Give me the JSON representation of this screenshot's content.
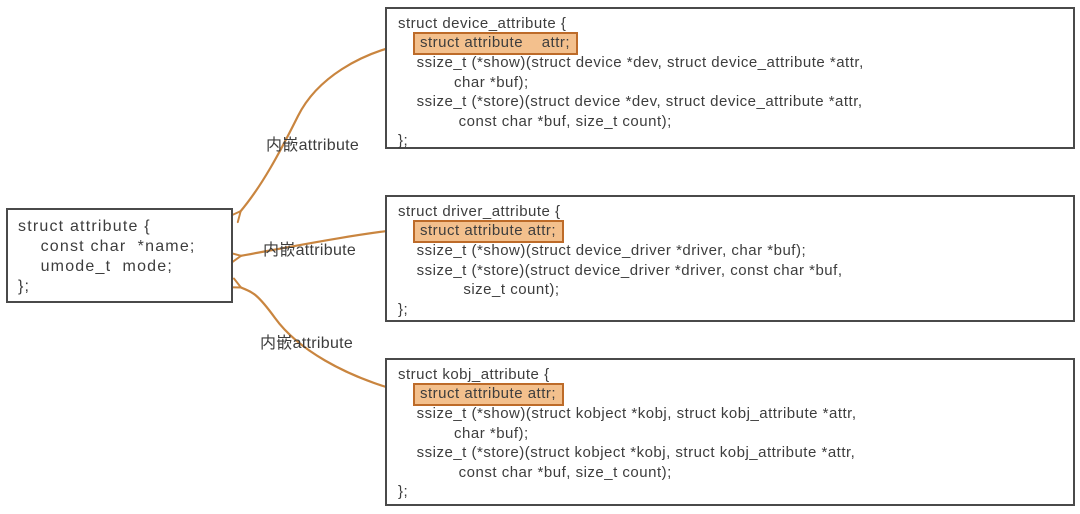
{
  "colors": {
    "background": "#ffffff",
    "text": "#3d3d3d",
    "box_border": "#4a4a4a",
    "highlight_fill": "#f3c08d",
    "highlight_border": "#bd6b29",
    "arrow": "#c9853f"
  },
  "attribute_box": {
    "lines": [
      "struct attribute {",
      "    const char  *name;",
      "    umode_t  mode;",
      "};"
    ]
  },
  "struct_boxes": [
    {
      "name": "device_attribute",
      "open_line": "struct device_attribute {",
      "embedded_line": "struct attribute    attr;",
      "body_lines": [
        "    ssize_t (*show)(struct device *dev, struct device_attribute *attr,",
        "            char *buf);",
        "    ssize_t (*store)(struct device *dev, struct device_attribute *attr,",
        "             const char *buf, size_t count);"
      ],
      "close_line": "};"
    },
    {
      "name": "driver_attribute",
      "open_line": "struct driver_attribute {",
      "embedded_line": "struct attribute attr;",
      "body_lines": [
        "    ssize_t (*show)(struct device_driver *driver, char *buf);",
        "    ssize_t (*store)(struct device_driver *driver, const char *buf,",
        "              size_t count);"
      ],
      "close_line": "};"
    },
    {
      "name": "kobj_attribute",
      "open_line": "struct kobj_attribute {",
      "embedded_line": "struct attribute attr;",
      "body_lines": [
        "    ssize_t (*show)(struct kobject *kobj, struct kobj_attribute *attr,",
        "            char *buf);",
        "    ssize_t (*store)(struct kobject *kobj, struct kobj_attribute *attr,",
        "             const char *buf, size_t count);"
      ],
      "close_line": "};"
    }
  ],
  "arrow_labels": [
    {
      "text": "内嵌attribute"
    },
    {
      "text": "内嵌attribute"
    },
    {
      "text": "内嵌attribute"
    }
  ]
}
